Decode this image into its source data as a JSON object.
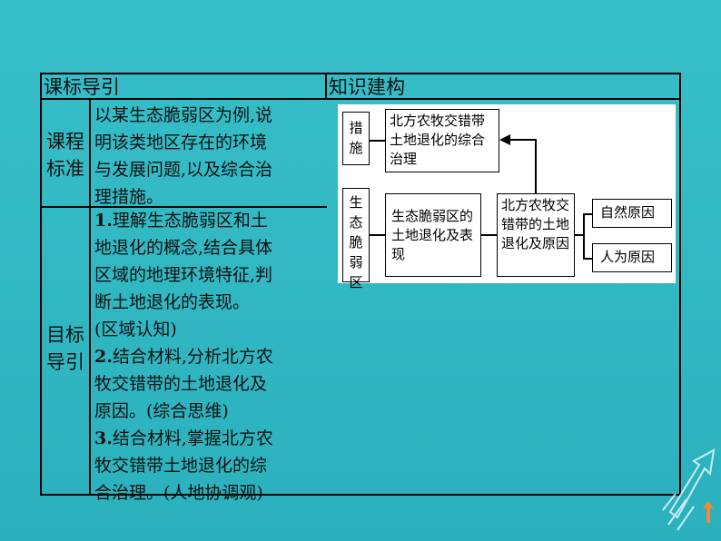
{
  "headers": {
    "left": "课标导引",
    "right": "知识建构"
  },
  "rows": [
    {
      "label": "课程标准",
      "lines": [
        "以某生态脆弱区为例,说",
        "明该类地区存在的环境",
        "与发展问题,以及综合治",
        "理措施。"
      ]
    },
    {
      "label": "目标导引",
      "lines": [
        {
          "bold": "1.",
          "text": "理解生态脆弱区和土"
        },
        {
          "bold": "",
          "text": "地退化的概念,结合具体"
        },
        {
          "bold": "",
          "text": "区域的地理环境特征,判"
        },
        {
          "bold": "",
          "text": "断土地退化的表现。"
        },
        {
          "bold": "",
          "text": "(区域认知)"
        },
        {
          "bold": "2.",
          "text": "结合材料,分析北方农"
        },
        {
          "bold": "",
          "text": "牧交错带的土地退化及"
        },
        {
          "bold": "",
          "text": "原因。(综合思维)"
        },
        {
          "bold": "3.",
          "text": "结合材料,掌握北方农"
        },
        {
          "bold": "",
          "text": "牧交错带土地退化的综"
        },
        {
          "bold": "",
          "text": "合治理。(人地协调观)"
        }
      ]
    }
  ],
  "diagram": {
    "tag_measures": "措施",
    "tag_region": "生态脆弱区",
    "box_governance": "北方农牧交错带土地退化的综合治理",
    "box_manifest": "生态脆弱区的土地退化及表现",
    "box_cause": "北方农牧交错带的土地退化及原因",
    "box_natural": "自然原因",
    "box_human": "人为原因"
  }
}
